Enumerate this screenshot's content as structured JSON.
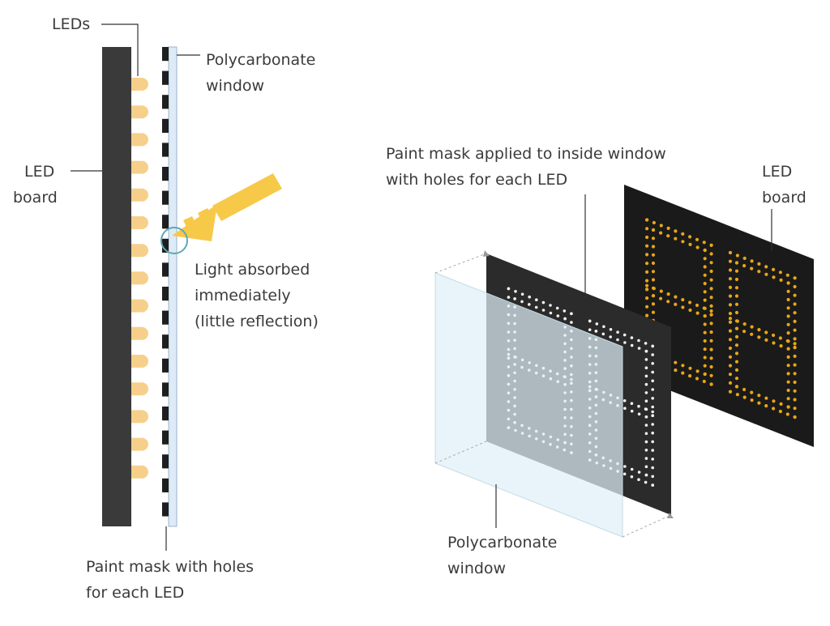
{
  "labels": {
    "leds": "LEDs",
    "polycarbonate_window_left": [
      "Polycarbonate",
      "window"
    ],
    "led_board_left": [
      "LED",
      "board"
    ],
    "light_absorbed": [
      "Light absorbed",
      "immediately",
      "(little reflection)"
    ],
    "paint_mask_left": [
      "Paint mask with holes",
      "for each LED"
    ],
    "paint_mask_right": [
      "Paint mask applied to inside window",
      "with holes for each LED"
    ],
    "led_board_right": [
      "LED",
      "board"
    ],
    "polycarbonate_window_right": [
      "Polycarbonate",
      "window"
    ]
  },
  "left_section": {
    "led_count": 15,
    "mask_segment_count": 20
  },
  "right_section": {
    "digits": [
      "8",
      "8"
    ]
  },
  "colors": {
    "led_board": "#3a3a3a",
    "led_bulb": "#f6d08a",
    "window_fill": "#dcebf7",
    "window_stroke": "#9bb3c8",
    "mask": "#1e1e1e",
    "arrow": "#f7c948",
    "circle_highlight": "#5aa9b5",
    "back_board": "#1a1a1a",
    "amber_led": "#e8a617",
    "mask_panel": "#2b2b2b",
    "mask_holes": "#f2f2f2",
    "glass": "#dff0f6",
    "leader": "#333333"
  }
}
